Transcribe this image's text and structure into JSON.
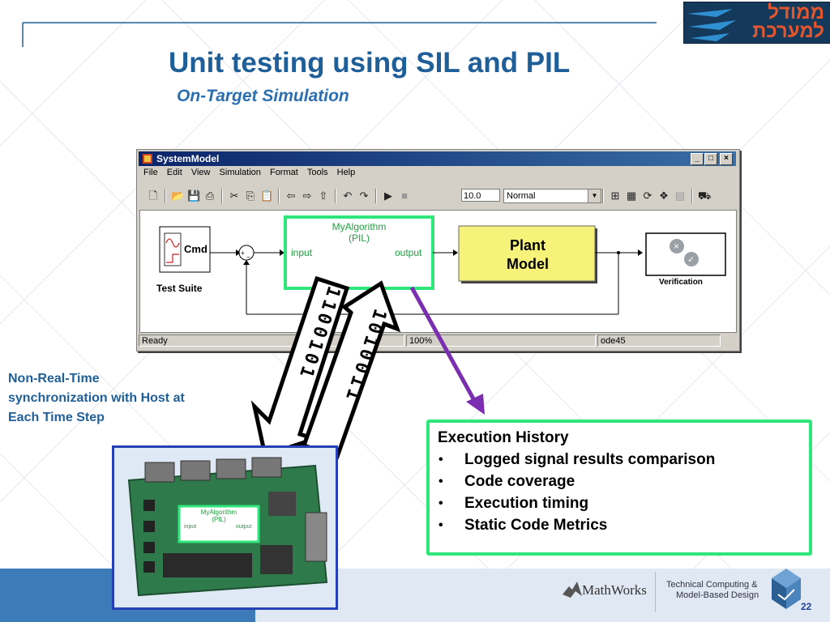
{
  "slide": {
    "title": "Unit testing using SIL and PIL",
    "subtitle": "On-Target Simulation",
    "logo_line1": "ממודל",
    "logo_line2": "למערכת",
    "page_number": "22"
  },
  "window": {
    "title": "SystemModel",
    "menu": [
      "File",
      "Edit",
      "View",
      "Simulation",
      "Format",
      "Tools",
      "Help"
    ],
    "stop_time": "10.0",
    "sim_mode": "Normal",
    "status": {
      "ready": "Ready",
      "zoom": "100%",
      "solver": "ode45"
    }
  },
  "diagram": {
    "test_suite_block": "Cmd",
    "test_suite_label": "Test Suite",
    "sum_plus": "+",
    "sum_minus": "−",
    "algorithm_name": "MyAlgorithm",
    "algorithm_mode": "(PIL)",
    "algorithm_input": "input",
    "algorithm_output": "output",
    "plant_line1": "Plant",
    "plant_line2": "Model",
    "verification_label": "Verification"
  },
  "bits": {
    "down_arrow_bits": "1100101",
    "up_arrow_bits": "1010011"
  },
  "left_note": {
    "line1": "Non-Real-Time",
    "line2": "synchronization with Host at",
    "line3": "Each Time Step"
  },
  "board": {
    "algorithm_name": "MyAlgorithm",
    "algorithm_mode": "(PIL)",
    "input": "input",
    "output": "output"
  },
  "execution": {
    "header": "Execution History",
    "items": [
      "Logged signal results comparison",
      "Code coverage",
      "Execution timing",
      "Static Code Metrics"
    ]
  },
  "footer": {
    "company": "MathWorks",
    "tagline_line1": "Technical Computing &",
    "tagline_line2": "Model-Based Design"
  },
  "colors": {
    "title_blue": "#1f5f99",
    "green_border": "#2ee67a",
    "purple_arrow": "#7b2fb0",
    "plant_yellow": "#f7f27a"
  }
}
